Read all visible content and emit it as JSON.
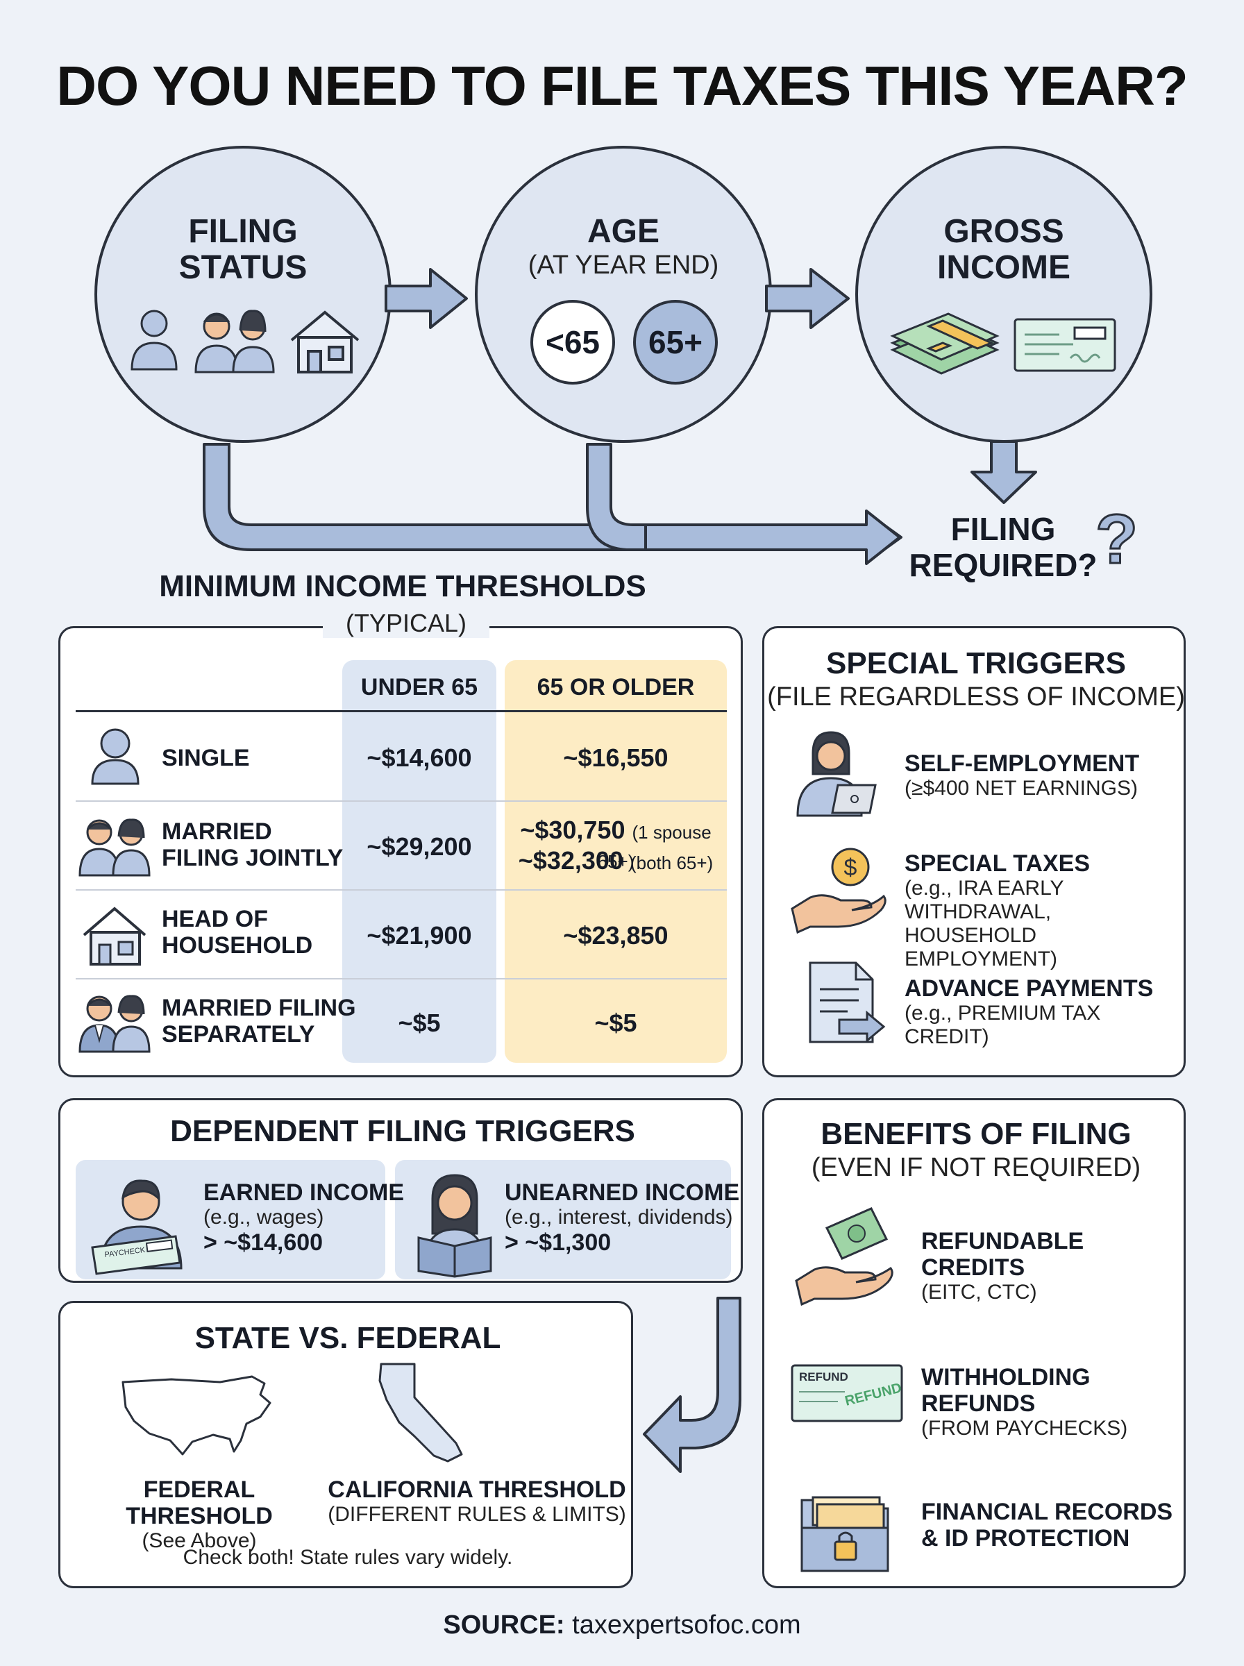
{
  "title": "DO YOU NEED TO FILE TAXES THIS YEAR?",
  "flow": {
    "filing_status": {
      "line1": "FILING",
      "line2": "STATUS"
    },
    "age": {
      "line1": "AGE",
      "sub": "(AT YEAR END)",
      "under": "<65",
      "over": "65+"
    },
    "gross_income": {
      "line1": "GROSS",
      "line2": "INCOME"
    },
    "result": {
      "line1": "FILING",
      "line2": "REQUIRED?",
      "mark": "?"
    }
  },
  "thresholds": {
    "title": "MINIMUM INCOME THRESHOLDS",
    "subtitle": "(TYPICAL)",
    "col_under": "UNDER 65",
    "col_over": "65 OR OLDER",
    "rows": [
      {
        "label1": "SINGLE",
        "label2": "",
        "under": "~$14,600",
        "over": "~$16,550",
        "over2": "",
        "over_note": "",
        "over2_note": ""
      },
      {
        "label1": "MARRIED",
        "label2": "FILING JOINTLY",
        "under": "~$29,200",
        "over": "~$30,750",
        "over_note": "(1 spouse 65+)",
        "over2": "~$32,300",
        "over2_note": "(both 65+)"
      },
      {
        "label1": "HEAD OF",
        "label2": "HOUSEHOLD",
        "under": "~$21,900",
        "over": "~$23,850",
        "over2": "",
        "over_note": "",
        "over2_note": ""
      },
      {
        "label1": "MARRIED FILING",
        "label2": "SEPARATELY",
        "under": "~$5",
        "over": "~$5",
        "over2": "",
        "over_note": "",
        "over2_note": ""
      }
    ]
  },
  "special": {
    "title": "SPECIAL TRIGGERS",
    "subtitle": "(FILE REGARDLESS OF INCOME)",
    "items": [
      {
        "title": "SELF-EMPLOYMENT",
        "sub1": "(≥$400 NET EARNINGS)",
        "sub2": ""
      },
      {
        "title": "SPECIAL TAXES",
        "sub1": "(e.g., IRA EARLY WITHDRAWAL,",
        "sub2": "HOUSEHOLD EMPLOYMENT)"
      },
      {
        "title": "ADVANCE PAYMENTS",
        "sub1": "(e.g., PREMIUM TAX CREDIT)",
        "sub2": ""
      }
    ],
    "coin_symbol": "$"
  },
  "dependent": {
    "title": "DEPENDENT FILING TRIGGERS",
    "earned": {
      "title": "EARNED INCOME",
      "sub": "(e.g., wages)",
      "value": "> ~$14,600",
      "paycheck_label": "PAYCHECK"
    },
    "unearned": {
      "title": "UNEARNED INCOME",
      "sub": "(e.g., interest, dividends)",
      "value": "> ~$1,300"
    }
  },
  "state": {
    "title": "STATE VS. FEDERAL",
    "federal": {
      "title": "FEDERAL THRESHOLD",
      "sub": "(See Above)"
    },
    "california": {
      "title": "CALIFORNIA THRESHOLD",
      "sub": "(DIFFERENT RULES & LIMITS)"
    },
    "note": "Check both! State rules vary widely."
  },
  "benefits": {
    "title": "BENEFITS OF FILING",
    "subtitle": "(EVEN IF NOT REQUIRED)",
    "items": [
      {
        "title": "REFUNDABLE CREDITS",
        "sub": "(EITC, CTC)"
      },
      {
        "title": "WITHHOLDING REFUNDS",
        "sub": "(FROM PAYCHECKS)"
      },
      {
        "title": "FINANCIAL RECORDS",
        "title2": "& ID PROTECTION"
      }
    ],
    "refund_label": "REFUND",
    "refund_stamp": "REFUND"
  },
  "source": {
    "label": "SOURCE:",
    "value": "taxexpertsofoc.com"
  },
  "colors": {
    "background": "#eef2f8",
    "circle": "#dfe6f2",
    "under_col": "#dde6f3",
    "over_col": "#fdecc4",
    "arrow": "#a9bcdb",
    "ink": "#2b313c",
    "money": "#9fd4a6"
  }
}
